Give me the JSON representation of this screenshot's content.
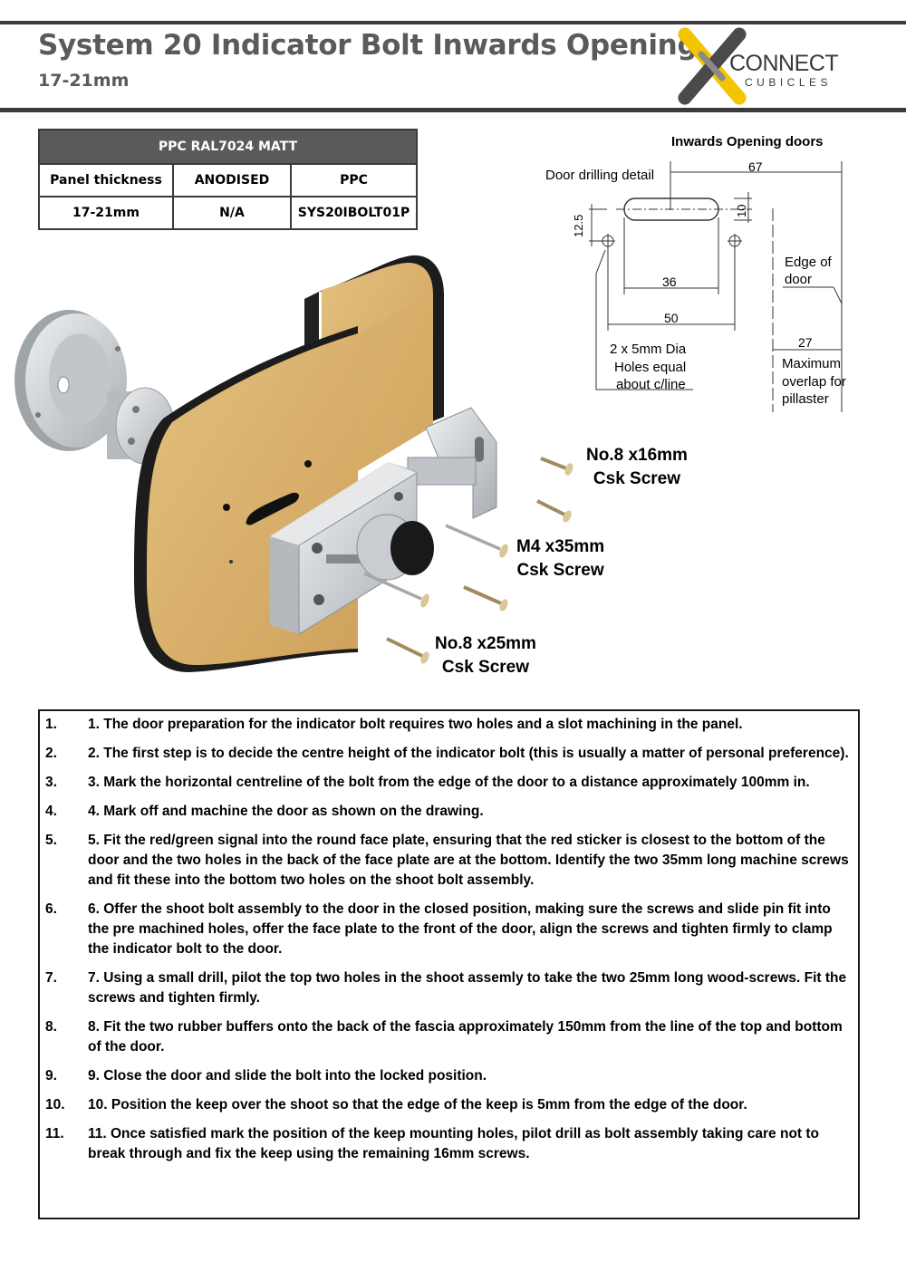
{
  "header": {
    "title": "System 20 Indicator Bolt Inwards Opening",
    "subtitle": "17-21mm",
    "logo_word1": "CONNECT",
    "logo_word2": "CUBICLES"
  },
  "spec_table": {
    "title": "PPC RAL7024 MATT",
    "headers": [
      "Panel thickness",
      "ANODISED",
      "PPC"
    ],
    "row": [
      "17-21mm",
      "N/A",
      "SYS20IBOLT01P"
    ]
  },
  "drawing": {
    "heading": "Inwards Opening doors",
    "detail_label": "Door drilling detail",
    "dim_67": "67",
    "dim_10": "10",
    "dim_12_5": "12.5",
    "dim_36": "36",
    "dim_50": "50",
    "dim_27": "27",
    "edge_label": [
      "Edge of",
      "door"
    ],
    "holes_label": [
      "2 x 5mm Dia",
      "Holes equal",
      "about c/line"
    ],
    "overlap_label": [
      "Maximum",
      "overlap for",
      "pillaster"
    ]
  },
  "callouts": {
    "screw16": [
      "No.8 x16mm",
      "Csk Screw"
    ],
    "m4": [
      "M4 x35mm",
      "Csk Screw"
    ],
    "screw25": [
      "No.8 x25mm",
      "Csk Screw"
    ]
  },
  "steps": [
    {
      "num": "1.",
      "text": "1.  The door preparation for the indicator bolt requires two holes and a slot machining in the panel."
    },
    {
      "num": "2.",
      "text": "2.  The first step is to decide the centre height of the indicator bolt (this is usually a matter of personal preference)."
    },
    {
      "num": "3.",
      "text": "3.  Mark the horizontal centreline of the bolt from the edge of the door to a distance approximately 100mm in."
    },
    {
      "num": "4.",
      "text": "4.  Mark off and machine the door as shown on the drawing."
    },
    {
      "num": "5.",
      "text": "5.  Fit the red/green signal into the round face plate, ensuring that the red sticker is closest to the bottom of the door and the two holes in the back of the face plate are at the bottom.  Identify the two 35mm long machine screws and fit these into the bottom two holes on the shoot bolt assembly."
    },
    {
      "num": "6.",
      "text": "6.  Offer the shoot bolt assembly to the door in the closed position, making sure the screws and slide pin fit into the pre machined holes, offer the face plate to the front of the door, align the screws and tighten firmly to clamp the indicator bolt to the door."
    },
    {
      "num": "7.",
      "text": "7.  Using a small drill, pilot the top two holes in the shoot assemly to take the two 25mm long wood-screws.  Fit the screws and tighten firmly."
    },
    {
      "num": "8.",
      "text": "8.  Fit the two rubber buffers onto the back of the fascia approximately 150mm from the line of the top and bottom of the door."
    },
    {
      "num": "9.",
      "text": "9.  Close the door and slide the bolt into the locked position."
    },
    {
      "num": "10.",
      "text": "10. Position the keep over the shoot so that the edge of the keep is 5mm from the edge of the door."
    },
    {
      "num": "11.",
      "text": "11. Once satisfied mark the position of the keep mounting holes, pilot drill as bolt assembly taking care not to break through and fix the keep using the remaining 16mm screws."
    }
  ],
  "colors": {
    "rule": "#3a3a3a",
    "title_gray": "#5a5a5a",
    "logo_yellow": "#f2c500",
    "logo_gray": "#4a4a4a",
    "wood": "#d9b26f",
    "aluminium": "#c9ccd0"
  }
}
